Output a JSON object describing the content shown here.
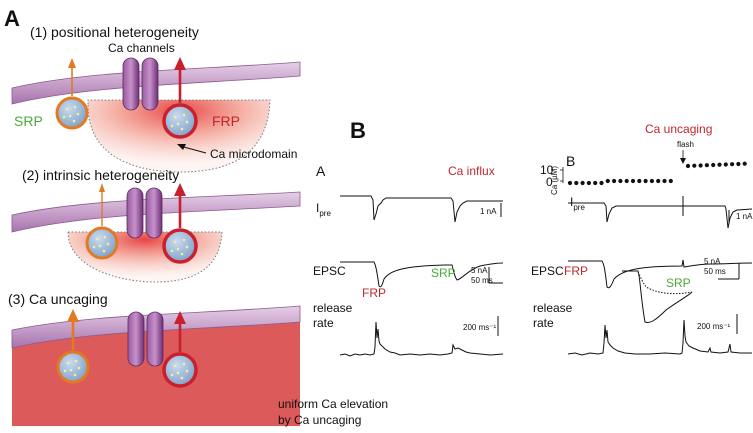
{
  "panelA": {
    "letter": "A",
    "scenario1": "(1) positional heterogeneity",
    "scenario2": "(2) intrinsic heterogeneity",
    "scenario3": "(3) Ca uncaging",
    "ca_channels": "Ca channels",
    "srp": "SRP",
    "frp": "FRP",
    "ca_microdomain": "Ca microdomain",
    "uniform_line1": "uniform Ca elevation",
    "uniform_line2": "by Ca uncaging"
  },
  "panelB": {
    "letter": "B",
    "left": {
      "letter": "A",
      "title": "Ca influx",
      "ipre": "I",
      "ipre_sub": "pre",
      "epsc": "EPSC",
      "srp": "SRP",
      "frp": "FRP",
      "release1": "release",
      "release2": "rate",
      "scale_ipre": "1 nA",
      "scale_epsc1": "5 nA",
      "scale_epsc2": "50 ms",
      "scale_rate": "200 ms⁻¹"
    },
    "right": {
      "letter": "B",
      "title": "Ca uncaging",
      "flash": "flash",
      "ca_axis": "Ca (µM)",
      "tick_10": "10",
      "tick_0": "0",
      "ipre": "I",
      "ipre_sub": "pre",
      "epsc": "EPSC",
      "frp": "FRP",
      "srp": "SRP",
      "release1": "release",
      "release2": "rate",
      "scale_ipre": "1 nA",
      "scale_epsc1": "5 nA",
      "scale_epsc2": "50 ms",
      "scale_rate": "200 ms⁻¹"
    }
  },
  "colors": {
    "membrane": "#c39ac6",
    "channel": "#7f3f86",
    "red_label": "#c0272d",
    "green_label": "#4aaa3a",
    "srp_ring": "#e07b24",
    "frp_ring": "#c9202e",
    "vesicle_fill": "#8fb0d6",
    "uniform_red": "#dd5a5a"
  }
}
